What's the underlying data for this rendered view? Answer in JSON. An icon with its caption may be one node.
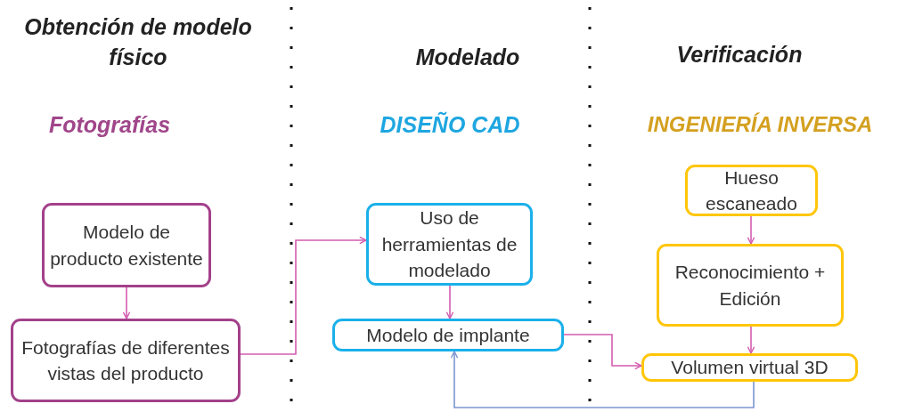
{
  "diagram": {
    "nodes": [
      {
        "text": [
          "Modelo de producto existente"
        ]
      },
      {
        "text": [
          "Fotografías de diferentes vistas del producto"
        ]
      },
      {
        "text": [
          "Uso de herramientas de modelado"
        ]
      },
      {
        "text": [
          "Modelo de implante"
        ]
      },
      {
        "text": [
          "Hueso escaneado"
        ]
      },
      {
        "text": [
          "Reconocimiento + Edición"
        ]
      },
      {
        "text": [
          "Volumen virtual 3D"
        ]
      }
    ],
    "edges": [
      {
        "from": 0,
        "to": 1,
        "arrow": "to"
      },
      {
        "from": 1,
        "to": 2,
        "arrow": "to"
      },
      {
        "from": 2,
        "to": 3,
        "arrow": "to"
      },
      {
        "from": 3,
        "to": 6,
        "arrow": "to"
      },
      {
        "from": 4,
        "to": 5,
        "arrow": "to"
      },
      {
        "from": 5,
        "to": 6,
        "arrow": "to"
      },
      {
        "from": 6,
        "to": 3,
        "arrow": "to",
        "color": "#7b96d0"
      }
    ],
    "labels": [
      "Obtención de modelo físico",
      "Modelado",
      "Verificación",
      "Fotografías",
      "DISEÑO CAD",
      "INGENIERÍA INVERSA"
    ]
  }
}
